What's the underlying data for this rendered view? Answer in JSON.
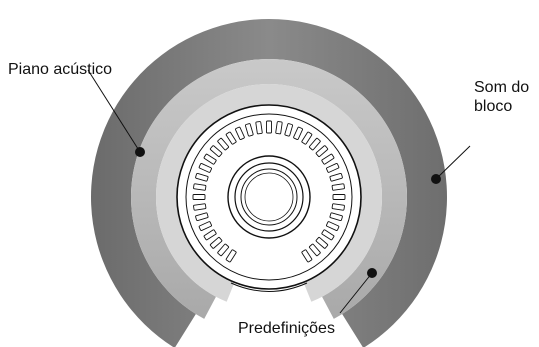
{
  "labels": {
    "piano": "Piano acústico",
    "block_line1": "Som do",
    "block_line2": "bloco",
    "presets": "Predefinições"
  },
  "colors": {
    "outer_ring": "#6f6f6f",
    "outer_ring_light": "#9a9a9a",
    "middle_ring": "#b9b9b9",
    "inner_ring": "#cfcfcf",
    "dial_fill": "#ffffff",
    "stroke": "#111111",
    "slot_fill": "#ffffff"
  }
}
